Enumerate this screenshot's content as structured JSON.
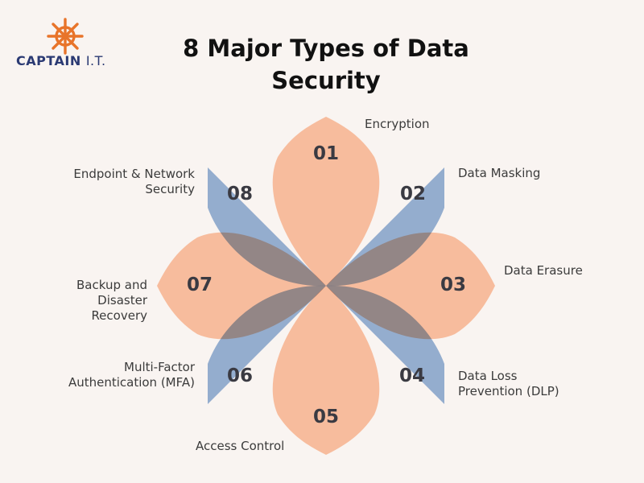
{
  "logo": {
    "icon": "ship-wheel-icon",
    "text": "CAPTAIN I.T.",
    "color": "#e8742a"
  },
  "title": {
    "line1": "8 Major Types of Data",
    "line2": "Security"
  },
  "colors": {
    "peach": "#fcb892",
    "blue": "#92b1d8",
    "overlap": "#9596a3"
  },
  "petals": [
    {
      "number": "01",
      "label": "Encryption"
    },
    {
      "number": "02",
      "label": "Data Masking"
    },
    {
      "number": "03",
      "label": "Data Erasure"
    },
    {
      "number": "04",
      "label_line1": "Data Loss",
      "label_line2": "Prevention (DLP)"
    },
    {
      "number": "05",
      "label": "Access Control"
    },
    {
      "number": "06",
      "label_line1": "Multi-Factor",
      "label_line2": "Authentication (MFA)"
    },
    {
      "number": "07",
      "label_line1": "Backup and",
      "label_line2": "Disaster",
      "label_line3": "Recovery"
    },
    {
      "number": "08",
      "label_line1": "Endpoint & Network",
      "label_line2": "Security"
    }
  ]
}
